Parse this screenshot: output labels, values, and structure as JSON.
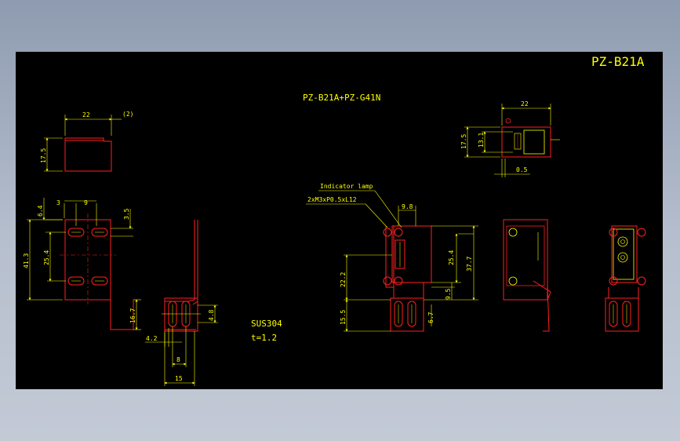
{
  "drawing": {
    "model_label": "PZ-B21A",
    "assembly_title": "PZ-B21A+PZ-G41N",
    "material": "SUS304",
    "thickness": "t=1.2",
    "callout_indicator": "Indicator lamp",
    "callout_screw": "2xM3xP0.5xL12"
  },
  "dims": {
    "d22_top": "22",
    "d2_paren": "(2)",
    "d175_left": "17.5",
    "d3": "3",
    "d9": "9",
    "d64": "6.4",
    "d35": "3.5",
    "d413": "41.3",
    "d254_left": "25.4",
    "d167": "16.7",
    "d42": "4.2",
    "d48": "4.8",
    "d8": "8",
    "d15": "15",
    "d98": "9.8",
    "d222": "22.2",
    "d155": "15.5",
    "d254_right": "25.4",
    "d377": "37.7",
    "d95": "9.5",
    "d67": "6.7",
    "d22_right": "22",
    "d175_right": "17.5",
    "d131": "13.1",
    "d05": "0.5"
  },
  "colors": {
    "background": "#000000",
    "outline": "#ff2020",
    "dimension": "#ffff00",
    "text_white": "#ffffff",
    "frame": "#b0b8c8"
  }
}
